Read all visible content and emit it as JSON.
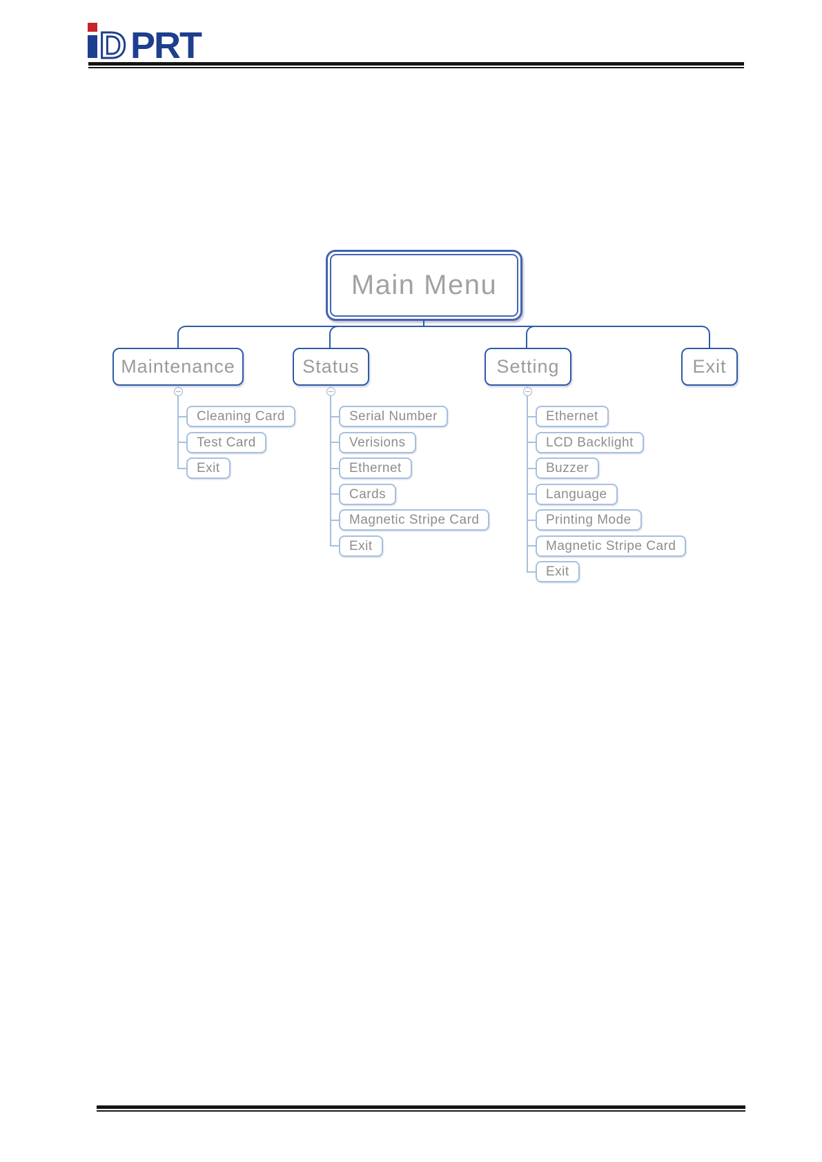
{
  "header": {
    "logo": {
      "brand": "iDPRT",
      "d": "D",
      "prt": "PRT"
    },
    "colors": {
      "navy": "#1e3e8f",
      "red": "#c8242c"
    }
  },
  "diagram": {
    "root": {
      "label": "Main Menu"
    },
    "icons": {
      "collapse": "minus-icon"
    },
    "colors": {
      "connector_dark": "#2d5ba6",
      "connector_light": "#a6c0de",
      "root_border": "#4264ad",
      "node_text": "#9b9b9b",
      "item_text": "#8d8d8d"
    },
    "branches": [
      {
        "label": "Maintenance",
        "children": [
          "Cleaning Card",
          "Test Card",
          "Exit"
        ]
      },
      {
        "label": "Status",
        "children": [
          "Serial Number",
          "Verisions",
          "Ethernet",
          "Cards",
          "Magnetic Stripe Card",
          "Exit"
        ]
      },
      {
        "label": "Setting",
        "children": [
          "Ethernet",
          "LCD Backlight",
          "Buzzer",
          "Language",
          "Printing Mode",
          "Magnetic Stripe Card",
          "Exit"
        ]
      },
      {
        "label": "Exit",
        "children": []
      }
    ]
  }
}
